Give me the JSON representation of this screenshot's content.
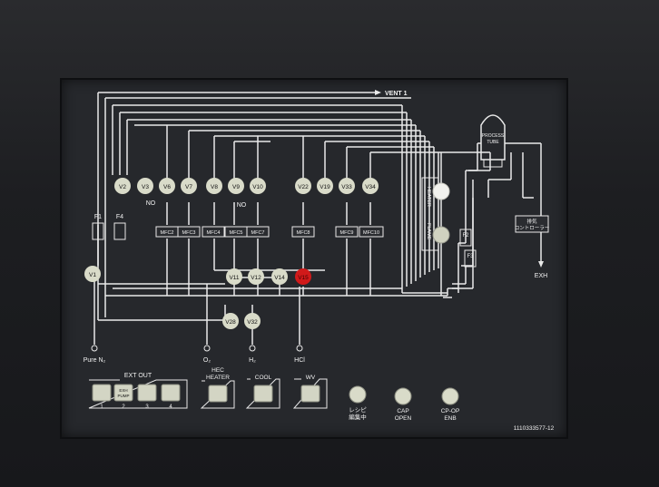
{
  "vent_label": "VENT 1",
  "process_tube": [
    "PROCESS",
    "TUBE"
  ],
  "heater_label": "HEATER",
  "flame_label": "FLAME",
  "exh_label": "EXH",
  "controller_label": [
    "排気",
    "コントローラー"
  ],
  "serial": "1110333577-12",
  "no_labels": [
    "NO",
    "NO"
  ],
  "filters": [
    "F1",
    "F4",
    "F2",
    "F3"
  ],
  "valves_top": [
    "V2",
    "V3",
    "V6",
    "V7",
    "V8",
    "V9",
    "V10",
    "V22",
    "V19",
    "V33",
    "V34"
  ],
  "valves_mid": [
    "V1",
    "V11",
    "V12",
    "V14",
    "V15"
  ],
  "valves_low": [
    "V28",
    "V32"
  ],
  "mfcs": [
    "MFC2",
    "MFC3",
    "MFC4",
    "MFC5",
    "MFC7",
    "MFC8",
    "MFC9",
    "MFC10"
  ],
  "gases": [
    "Pure N₂",
    "O₂",
    "H₂",
    "HCl"
  ],
  "ext_out": {
    "title": "EXT OUT",
    "numbers": [
      "1",
      "2",
      "3",
      "4"
    ],
    "pump_label": [
      "EXH",
      "PUMP"
    ]
  },
  "controls": {
    "hec": [
      "HEC",
      "HEATER"
    ],
    "cool": "COOL",
    "wv": "WV",
    "recipe": [
      "レシピ",
      "編集中"
    ],
    "cap": [
      "CAP",
      "OPEN"
    ],
    "cpop": [
      "CP-OP",
      "ENB"
    ]
  },
  "colors": {
    "panel": "#26282c",
    "line": "#e9e9e9",
    "valve": "#d9dbc9",
    "valve_active": "#d11a1a",
    "lamp_on": "#f2f2ee"
  }
}
